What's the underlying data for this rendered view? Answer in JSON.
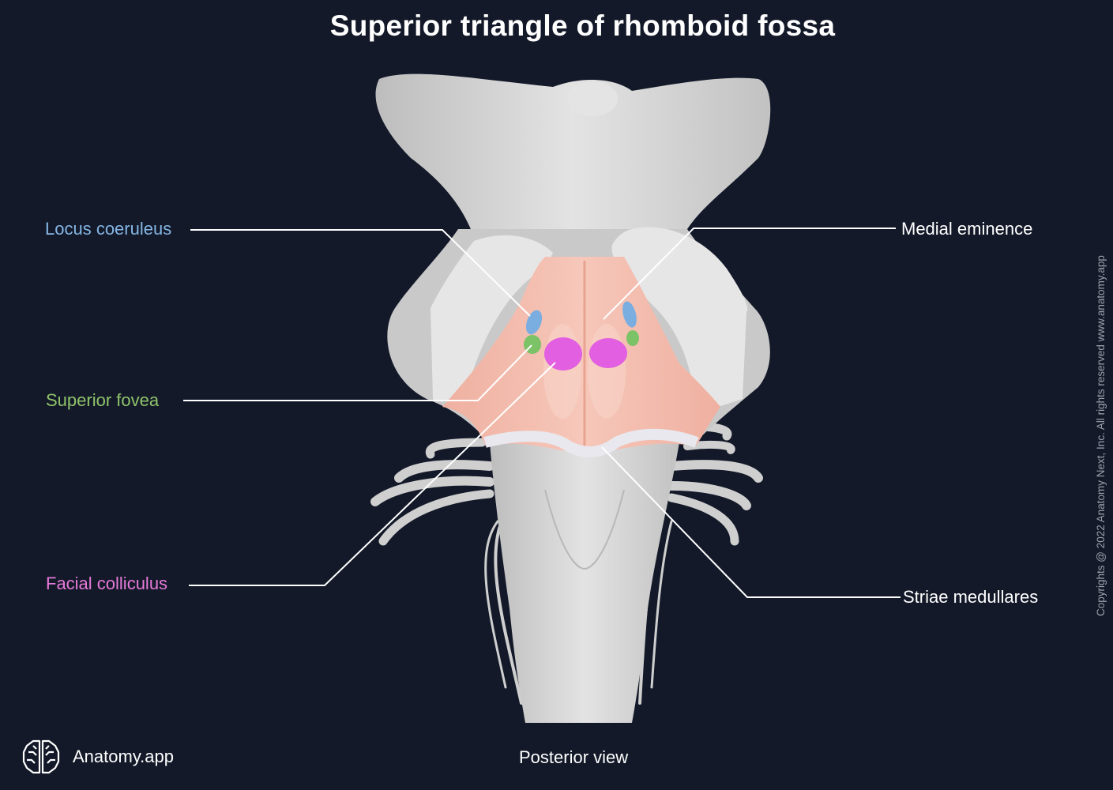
{
  "title": "Superior triangle of rhomboid fossa",
  "view": "Posterior view",
  "brand": {
    "name": "Anatomy.app",
    "icon": "brain-icon"
  },
  "copyright": "Copyrights @ 2022 Anatomy Next, Inc. All rights reserved www.anatomy.app",
  "labels": {
    "locus_coeruleus": {
      "text": "Locus coeruleus",
      "color": "#84b5e3"
    },
    "superior_fovea": {
      "text": "Superior fovea",
      "color": "#8fc46a"
    },
    "facial_colliculus": {
      "text": "Facial colliculus",
      "color": "#e67ad9"
    },
    "medial_eminence": {
      "text": "Medial eminence",
      "color": "#ffffff"
    },
    "striae_medullares": {
      "text": "Striae medullares",
      "color": "#ffffff"
    }
  },
  "colors": {
    "background": "#131929",
    "tissue": "#d9d9d9",
    "fossa": "#f2b2a3",
    "locus_coeruleus": "#7aaee0",
    "superior_fovea": "#7cc266",
    "facial_colliculus": "#e15fe0"
  }
}
